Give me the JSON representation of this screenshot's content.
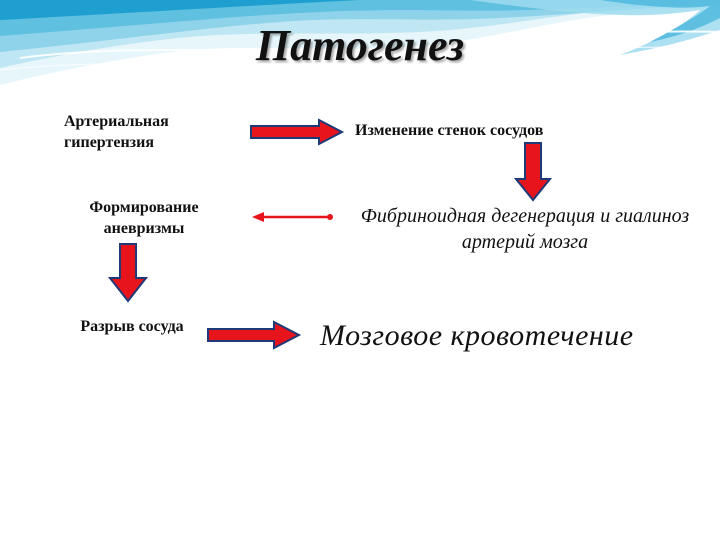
{
  "title": "Патогенез",
  "nodes": {
    "arterial_hypertension": "Артериальная гипертензия",
    "vessel_wall_change": "Изменение стенок сосудов",
    "aneurysm_formation": "Формирование аневризмы",
    "fibrinoid_degeneration": "Фибриноидная дегенерация и гиалиноз артерий мозга",
    "vessel_rupture": "Разрыв сосуда",
    "brain_hemorrhage": "Мозговое кровотечение"
  },
  "colors": {
    "arrow_fill": "#e8141c",
    "arrow_stroke": "#1f3a78",
    "wave_light": "#bfe6f3",
    "wave_mid": "#5fc0e0",
    "wave_dark": "#1e9fd0"
  }
}
